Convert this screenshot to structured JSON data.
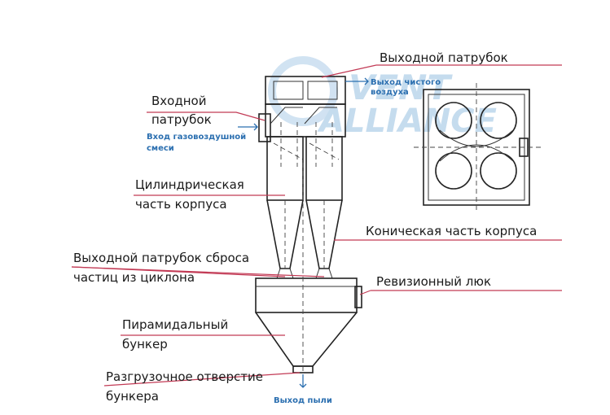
{
  "labels": {
    "outlet_pipe": "Выходной патрубок",
    "inlet_pipe_1": "Входной",
    "inlet_pipe_2": "патрубок",
    "cylinder_part_1": "Цилиндрическая",
    "cylinder_part_2": "часть корпуса",
    "conical_part": "Коническая часть корпуса",
    "discharge_pipe_1": "Выходной патрубок сброса",
    "discharge_pipe_2": "частиц из циклона",
    "inspection_hatch": "Ревизионный люк",
    "pyramid_bunker_1": "Пирамидальный",
    "pyramid_bunker_2": "бункер",
    "unload_hole_1": "Разгрузочное отверстие",
    "unload_hole_2": "бункера"
  },
  "notes": {
    "clean_air_out_1": "Выход чистого",
    "clean_air_out_2": "воздуха",
    "gas_air_in_1": "Вход газовоздушной",
    "gas_air_in_2": "смеси",
    "dust_out": "Выход пыли"
  },
  "watermark": {
    "line1": "VENT",
    "line2": "ALLIANCE"
  },
  "colors": {
    "leader": "#c23a55",
    "flow_note": "#2b6fb0",
    "watermark": "#bcd6ec"
  }
}
